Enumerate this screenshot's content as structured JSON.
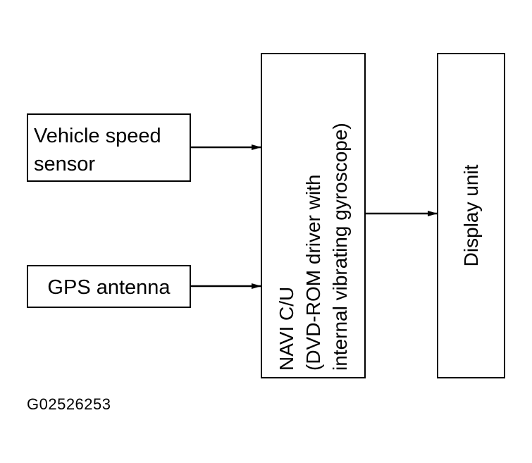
{
  "blocks": {
    "vehicle_speed_sensor": {
      "line1": "Vehicle speed",
      "line2": "sensor"
    },
    "gps_antenna": {
      "label": "GPS antenna"
    },
    "navi_cu": {
      "line1": "NAVI C/U",
      "line2": "(DVD-ROM driver with",
      "line3": "internal vibrating gyroscope)"
    },
    "display_unit": {
      "label": "Display unit"
    }
  },
  "connections": [
    {
      "from": "vehicle_speed_sensor",
      "to": "navi_cu"
    },
    {
      "from": "gps_antenna",
      "to": "navi_cu"
    },
    {
      "from": "navi_cu",
      "to": "display_unit"
    }
  ],
  "figure_id": "G02526253"
}
